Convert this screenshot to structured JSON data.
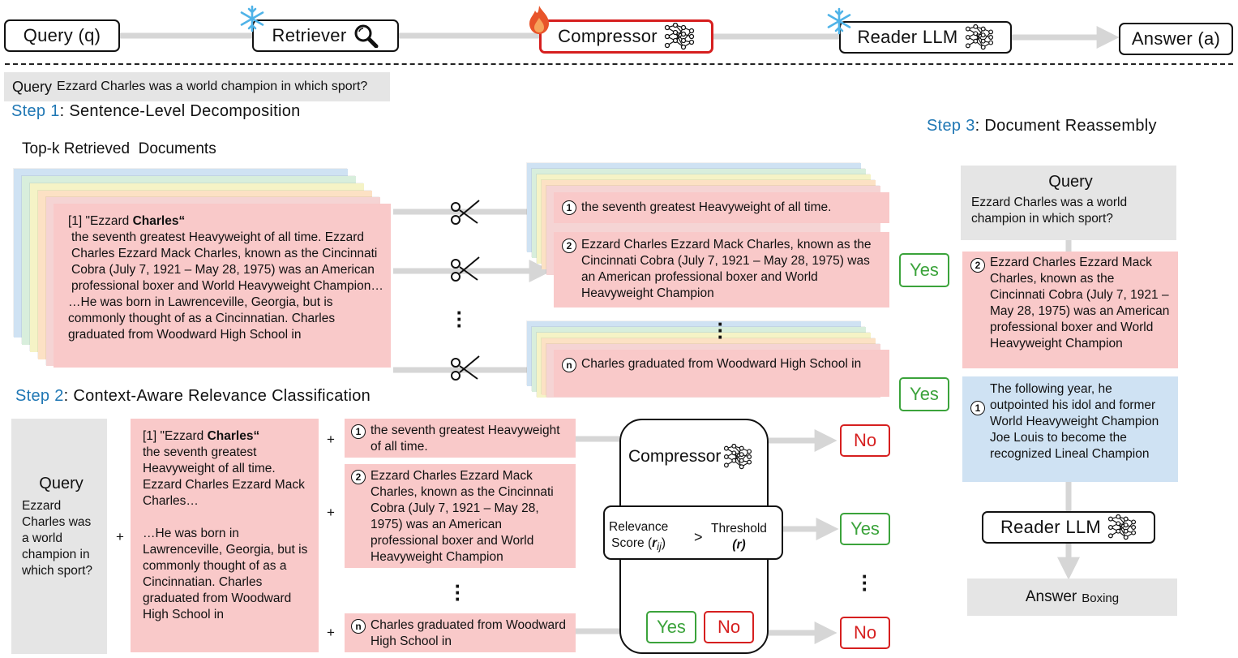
{
  "pipeline": {
    "query": "Query (q)",
    "retriever": "Retriever",
    "compressor": "Compressor",
    "reader": "Reader LLM",
    "answer": "Answer (a)"
  },
  "query_bar": {
    "label": "Query",
    "text": "Ezzard Charles was a world champion in which sport?"
  },
  "step1": {
    "num": "Step 1",
    "title": ": Sentence-Level Decomposition",
    "docs_title": "Top-k Retrieved  Documents"
  },
  "step2": {
    "num": "Step 2",
    "title": ": Context-Aware Relevance Classification"
  },
  "step3": {
    "num": "Step 3",
    "title": ": Document Reassembly"
  },
  "doc": {
    "head": "[1] \"Ezzard ",
    "head_bold": "Charles“",
    "body": "the seventh greatest Heavyweight of all time. Ezzard Charles Ezzard Mack Charles, known as the Cincinnati Cobra (July 7, 1921 – May 28, 1975) was an American professional boxer and World Heavyweight Champion…",
    "body2": "…He was born in Lawrenceville, Georgia, but is commonly thought of as a Cincinnatian. Charles graduated from Woodward High School in"
  },
  "sentences": [
    {
      "num": "1",
      "text": "the seventh greatest Heavyweight of all time."
    },
    {
      "num": "2",
      "text": "Ezzard Charles Ezzard Mack Charles, known as the Cincinnati Cobra (July 7, 1921 – May 28, 1975) was an American professional boxer and World Heavyweight Champion"
    },
    {
      "num": "n",
      "text": "Charles graduated from Woodward High School in"
    }
  ],
  "step2_query": {
    "title": "Query",
    "text": "Ezzard Charles was a world champion in which sport?"
  },
  "step2_doc": {
    "head": "[1] \"Ezzard ",
    "head_bold": "Charles“",
    "body": "the seventh greatest Heavyweight of all time. Ezzard Charles Ezzard Mack Charles…",
    "body2": "…He was born in Lawrenceville, Georgia, but is commonly thought of as a Cincinnatian. Charles graduated from Woodward High School in"
  },
  "classifier": {
    "title": "Compressor",
    "relevance_line1": "Relevance",
    "relevance_line2": "Score (",
    "relevance_var": "r",
    "relevance_sub": "ij",
    "relevance_close": ")",
    "gt": ">",
    "threshold_line1": "Threshold",
    "threshold_line2": "(r)"
  },
  "labels": {
    "yes": "Yes",
    "no": "No",
    "plus": "+"
  },
  "step3_query": {
    "title": "Query",
    "text": "Ezzard Charles was a world champion in which sport?"
  },
  "reassembled": [
    {
      "num": "2",
      "text": "Ezzard Charles Ezzard Mack Charles, known as the Cincinnati Cobra (July 7, 1921 – May 28, 1975) was an American professional boxer and World Heavyweight Champion"
    },
    {
      "num": "1",
      "text": "The following year, he outpointed his idol and former World Heavyweight Champion Joe Louis to become the recognized Lineal Champion"
    }
  ],
  "step3_reader": "Reader LLM",
  "final_answer": {
    "label": "Answer",
    "value": "Boxing"
  },
  "icons": [
    "snowflake-icon",
    "flame-icon",
    "magnifier-icon",
    "network-icon",
    "scissors-icon"
  ],
  "colors": {
    "step_blue": "#1f77b4",
    "pink": "#f9c9c9",
    "light_blue": "#cfe2f3",
    "yes_green": "#3ba33b",
    "no_red": "#d61f1f",
    "arrow_gray": "#d9d9d9"
  }
}
